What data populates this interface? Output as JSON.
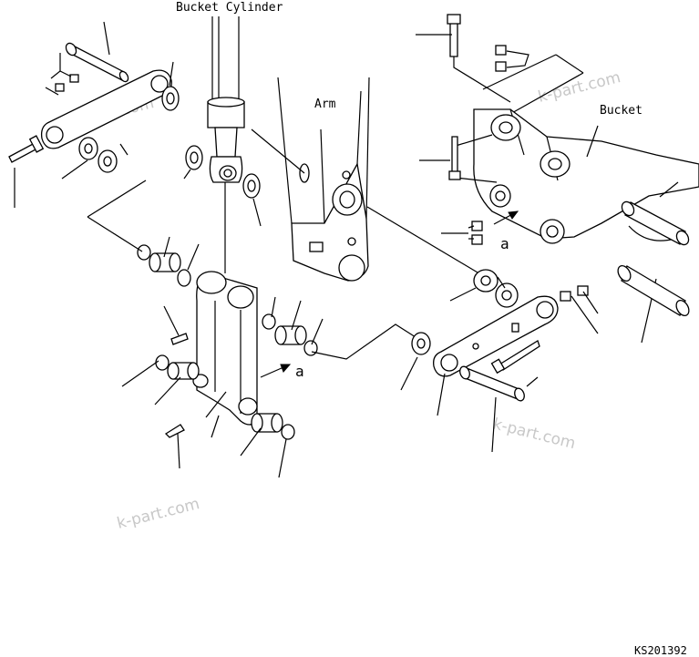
{
  "labels": {
    "bucket_cylinder": "Bucket Cylinder",
    "arm": "Arm",
    "bucket": "Bucket",
    "arrow_a_1": "a",
    "arrow_a_2": "a"
  },
  "watermarks": [
    "k-part.com",
    "k-part.com",
    "k-part.com",
    "k-part.com"
  ],
  "drawing_number": "KS201392"
}
